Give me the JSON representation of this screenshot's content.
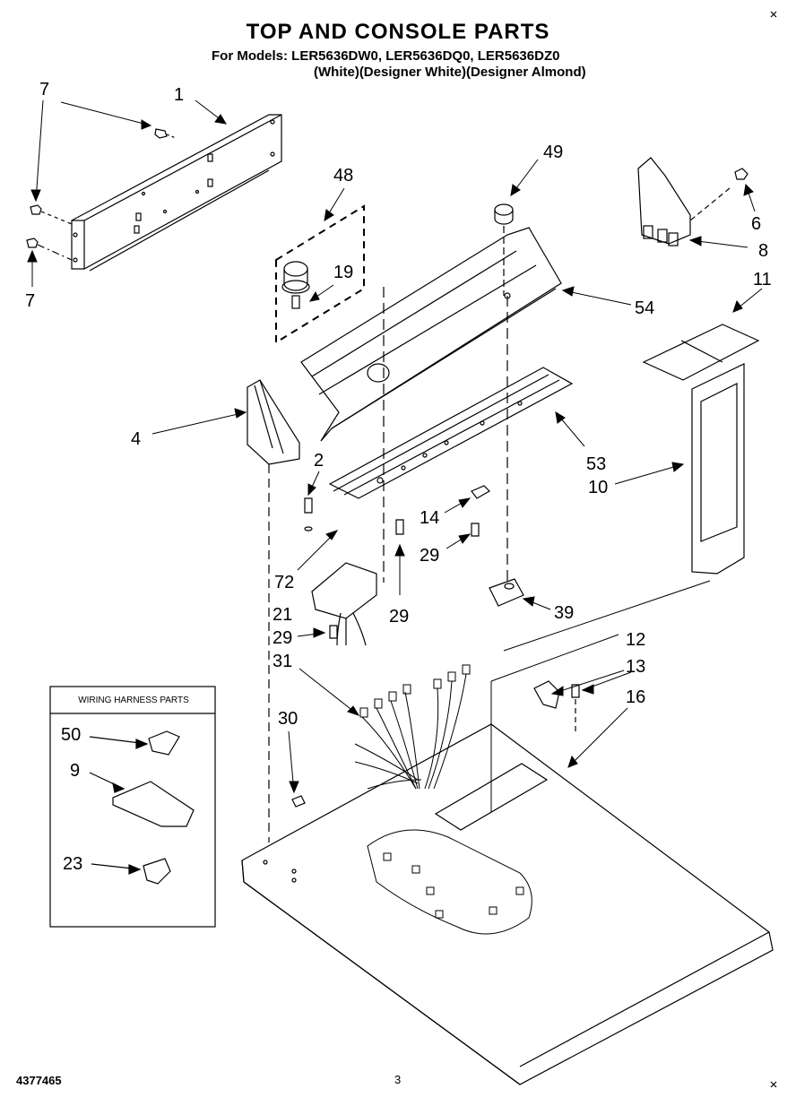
{
  "header": {
    "title": "TOP AND CONSOLE PARTS",
    "models_line": "For Models: LER5636DW0, LER5636DQ0, LER5636DZ0",
    "colors_line": "(White)(Designer White)(Designer Almond)"
  },
  "callouts": {
    "c7a": "7",
    "c7b": "7",
    "c1": "1",
    "c48": "48",
    "c19": "19",
    "c49": "49",
    "c6": "6",
    "c8": "8",
    "c54": "54",
    "c11": "11",
    "c4": "4",
    "c2": "2",
    "c53": "53",
    "c10": "10",
    "c14": "14",
    "c29a": "29",
    "c72": "72",
    "c29b": "29",
    "c21": "21",
    "c39": "39",
    "c29c": "29",
    "c12": "12",
    "c13": "13",
    "c31": "31",
    "c16": "16",
    "c30": "30",
    "c50": "50",
    "c9": "9",
    "c23": "23"
  },
  "inset": {
    "title": "WIRING HARNESS PARTS"
  },
  "footer": {
    "doc_number": "4377465",
    "page_number": "3"
  },
  "icons": {
    "corner_marks": "x-mark"
  }
}
